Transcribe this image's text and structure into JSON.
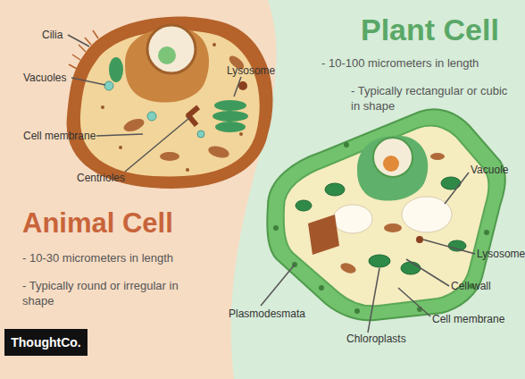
{
  "diagram": {
    "nodes": [
      {
        "text": [
          "ThoughtCo."
        ]
      }
    ],
    "labels": [
      "Cilia",
      "Lysosome",
      "Vacuoles",
      "Cell membrane",
      "Centrioles",
      "Plant Cell",
      "- 10-100 micrometers in length",
      "- Typically rectangular or cubic in shape",
      "Vacuole",
      "Lysosome",
      "Cell wall",
      "Cell membrane",
      "Plasmodesmata",
      "Chloroplasts",
      "Animal Cell",
      "- 10-30 micrometers in length",
      "- Typically round or irregular in shape"
    ]
  }
}
